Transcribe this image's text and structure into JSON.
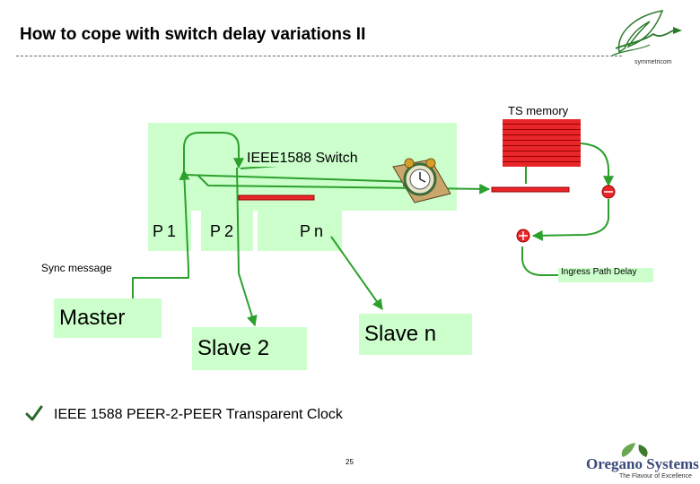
{
  "title": "How to cope with switch delay variations II",
  "switch_label": "IEEE1588 Switch",
  "ports": [
    "P1",
    "P2",
    "Pn"
  ],
  "ts_memory_label": "TS memory",
  "sync_message_label": "Sync message",
  "ingress_label": "Ingress Path Delay",
  "nodes": {
    "master": "Master",
    "slave2": "Slave 2",
    "slaven": "Slave n"
  },
  "bullet": "IEEE 1588 PEER-2-PEER Transparent Clock",
  "page_number": "25",
  "logos": {
    "top_right": "symmetricom",
    "oregano_name": "Oregano Systems",
    "oregano_tagline": "The Flavour of Excellence"
  },
  "colors": {
    "line": "#2ca02c",
    "node_bg": "#ccffcc",
    "accent_red": "#e8262a"
  }
}
